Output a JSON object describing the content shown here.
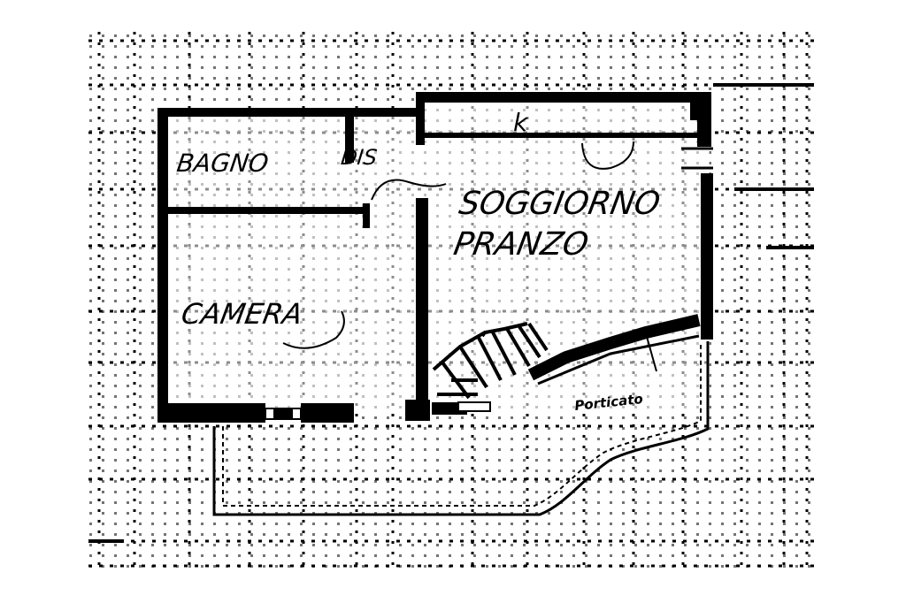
{
  "floorplan": {
    "rooms": {
      "bagno": "BAGNO",
      "dis": "DIS",
      "soggiorno": "SOGGIORNO",
      "pranzo": "PRANZO",
      "camera": "CAMERA",
      "k": "k",
      "porticato": "Porticato"
    },
    "style": {
      "ink": "#000000",
      "paper": "#ffffff",
      "grid_ink": "#111111"
    }
  }
}
